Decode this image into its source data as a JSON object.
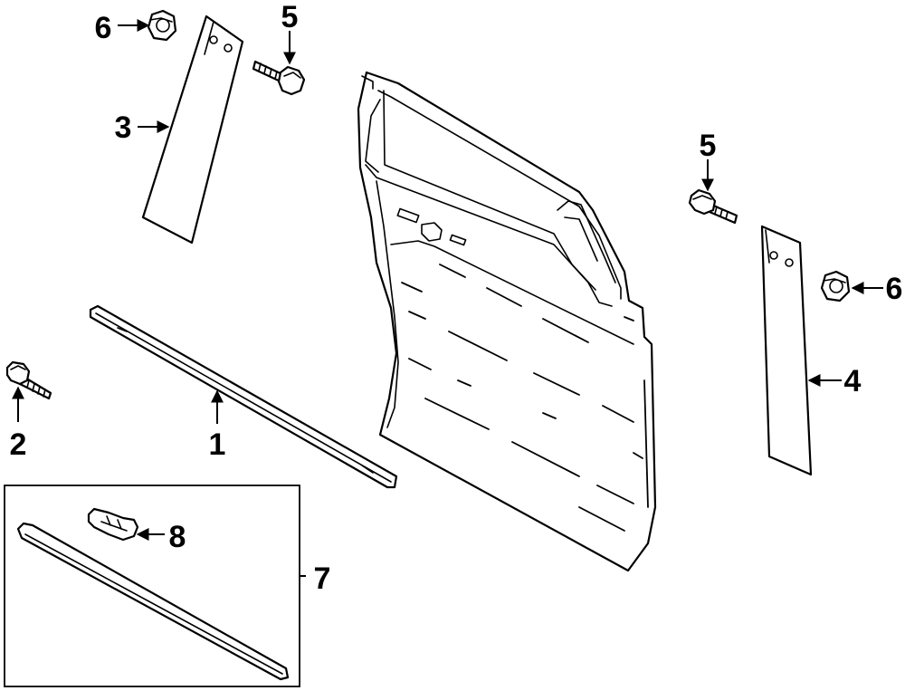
{
  "callouts": [
    {
      "id": "c1",
      "label": "1"
    },
    {
      "id": "c2",
      "label": "2"
    },
    {
      "id": "c3",
      "label": "3"
    },
    {
      "id": "c4",
      "label": "4"
    },
    {
      "id": "c5a",
      "label": "5"
    },
    {
      "id": "c5b",
      "label": "5"
    },
    {
      "id": "c6a",
      "label": "6"
    },
    {
      "id": "c6b",
      "label": "6"
    },
    {
      "id": "c7",
      "label": "7"
    },
    {
      "id": "c8",
      "label": "8"
    }
  ]
}
